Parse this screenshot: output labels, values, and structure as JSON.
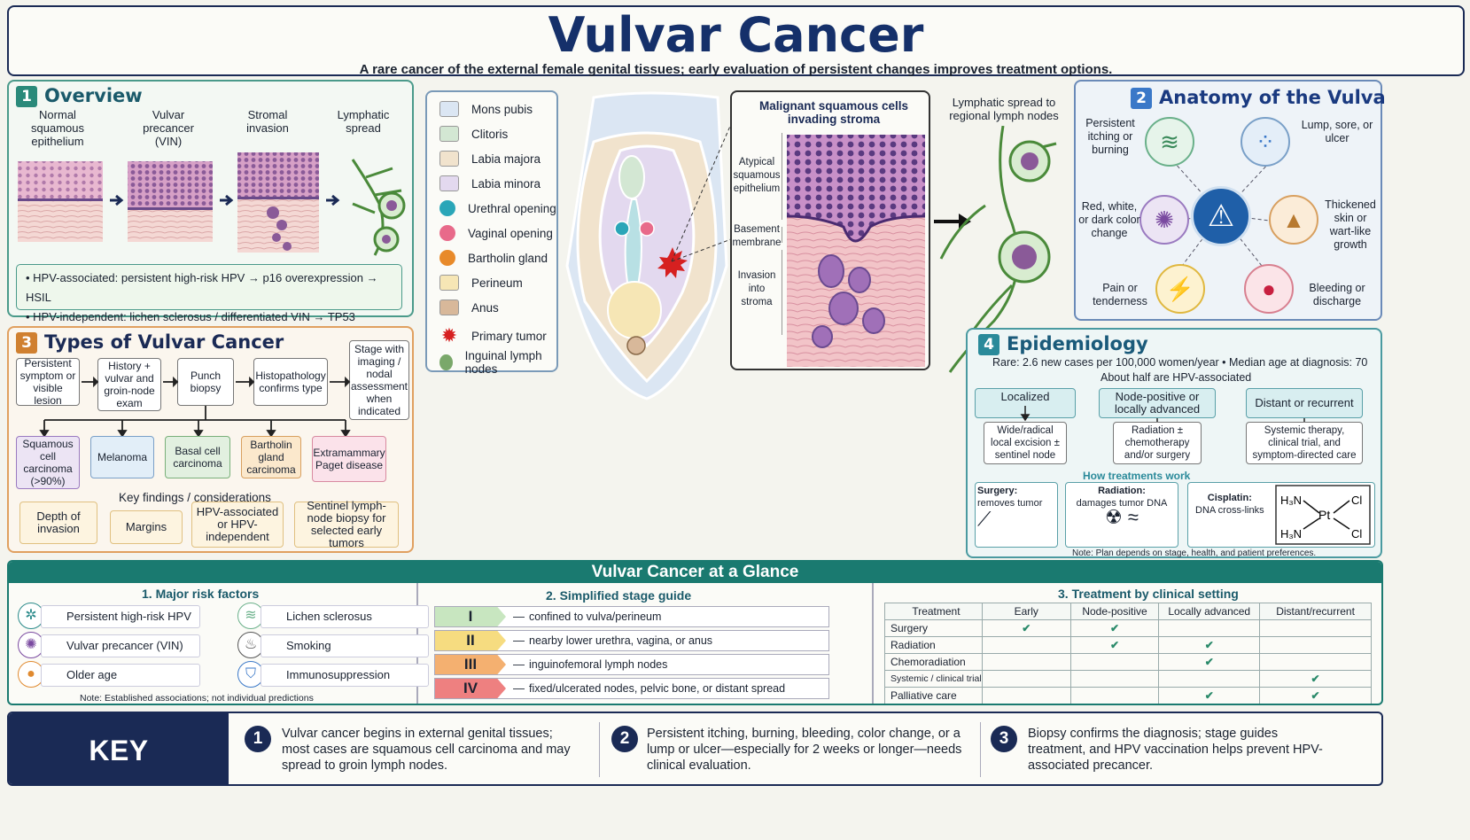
{
  "header": {
    "title": "Vulvar Cancer",
    "subtitle": "A rare cancer of the external female genital tissues; early evaluation of persistent changes improves treatment options."
  },
  "overview": {
    "num": "1",
    "title": "Overview",
    "stages": [
      "Normal squamous epithelium",
      "Vulvar precancer (VIN)",
      "Stromal invasion",
      "Lymphatic spread"
    ],
    "bullets": [
      "HPV-associated: persistent high-risk HPV → p16 overexpression → HSIL",
      "HPV-independent: lichen sclerosus / differentiated VIN → TP53 alteration"
    ]
  },
  "types": {
    "num": "3",
    "title": "Types of Vulvar Cancer",
    "flow": [
      "Persistent symptom or visible lesion",
      "History + vulvar and groin-node exam",
      "Punch biopsy",
      "Histopathology confirms type",
      "Stage with imaging / nodal assessment when indicated"
    ],
    "kinds": [
      "Squamous cell carcinoma (>90%)",
      "Melanoma",
      "Basal cell carcinoma",
      "Bartholin gland carcinoma",
      "Extramammary Paget disease"
    ],
    "findings_title": "Key findings / considerations",
    "findings": [
      "Depth of invasion",
      "Margins",
      "HPV-associated or HPV-independent",
      "Sentinel lymph-node biopsy for selected early tumors"
    ]
  },
  "anatomy_legend": [
    {
      "label": "Mons pubis",
      "color": "#dbe6f3",
      "shape": "sq"
    },
    {
      "label": "Clitoris",
      "color": "#d3e7d3",
      "shape": "sq"
    },
    {
      "label": "Labia majora",
      "color": "#f1e3cd",
      "shape": "sq"
    },
    {
      "label": "Labia minora",
      "color": "#e3d9ef",
      "shape": "sq"
    },
    {
      "label": "Urethral opening",
      "color": "#2aa6b8",
      "shape": "dot"
    },
    {
      "label": "Vaginal opening",
      "color": "#e86a8a",
      "shape": "dot"
    },
    {
      "label": "Bartholin gland",
      "color": "#e88a2a",
      "shape": "dot"
    },
    {
      "label": "Perineum",
      "color": "#f6e6b5",
      "shape": "sq"
    },
    {
      "label": "Anus",
      "color": "#d8b89a",
      "shape": "sq"
    },
    {
      "label": "Primary tumor",
      "color": "#d62020",
      "shape": "star"
    },
    {
      "label": "Inguinal lymph nodes",
      "color": "#7aa86a",
      "shape": "dot"
    }
  ],
  "histology": {
    "title": "Malignant squamous cells invading stroma",
    "labels": [
      "Atypical squamous epithelium",
      "Basement membrane",
      "Invasion into stroma"
    ],
    "spread": "Lymphatic spread to regional lymph nodes"
  },
  "symptoms": {
    "num": "2",
    "title": "Anatomy of the Vulva",
    "items": [
      "Persistent itching or burning",
      "Lump, sore, or ulcer",
      "Red, white, or dark color change",
      "Thickened skin or wart-like growth",
      "Pain or tenderness",
      "Bleeding or discharge"
    ]
  },
  "epi": {
    "num": "4",
    "title": "Epidemiology",
    "line1": "Rare: 2.6 new cases per 100,000 women/year  •  Median age at diagnosis: 70",
    "line2": "About half are HPV-associated",
    "settings": [
      "Localized",
      "Node-positive or locally advanced",
      "Distant or recurrent"
    ],
    "treat": [
      "Wide/radical local excision ± sentinel node",
      "Radiation ± chemotherapy and/or surgery",
      "Systemic therapy, clinical trial, and symptom-directed care"
    ],
    "how": "How treatments work",
    "mech": [
      {
        "name": "Surgery:",
        "desc": "removes tumor"
      },
      {
        "name": "Radiation:",
        "desc": "damages tumor DNA"
      },
      {
        "name": "Cisplatin:",
        "desc": "DNA cross-links"
      }
    ],
    "note": "Note: Plan depends on stage, health, and patient preferences."
  },
  "glance": {
    "title": "Vulvar Cancer at a Glance",
    "risk_title": "1. Major risk factors",
    "risks": [
      "Persistent high-risk HPV",
      "Lichen sclerosus",
      "Vulvar precancer (VIN)",
      "Smoking",
      "Older age",
      "Immunosuppression"
    ],
    "risk_note": "Note: Established associations; not individual predictions",
    "stage_title": "2. Simplified stage guide",
    "stages": [
      {
        "n": "I",
        "t": "confined to vulva/perineum",
        "c": "#c8e6c0"
      },
      {
        "n": "II",
        "t": "nearby lower urethra, vagina, or anus",
        "c": "#f6dc80"
      },
      {
        "n": "III",
        "t": "inguinofemoral lymph nodes",
        "c": "#f4b070"
      },
      {
        "n": "IV",
        "t": "fixed/ulcerated nodes, pelvic bone, or distant spread",
        "c": "#ee8080"
      }
    ],
    "treat_title": "3. Treatment by clinical setting",
    "table": [
      [
        "Treatment",
        "Early",
        "Node-positive",
        "Locally advanced",
        "Distant/recurrent"
      ],
      [
        "Surgery",
        "✔",
        "✔",
        "",
        ""
      ],
      [
        "Radiation",
        "",
        "✔",
        "✔",
        ""
      ],
      [
        "Chemoradiation",
        "",
        "",
        "✔",
        ""
      ],
      [
        "Systemic / clinical trial",
        "",
        "",
        "",
        "✔"
      ],
      [
        "Palliative care",
        "",
        "",
        "✔",
        "✔"
      ]
    ]
  },
  "takeaways": {
    "title": "KEY TAKEAWAYS",
    "items": [
      {
        "n": "1",
        "t": "Vulvar cancer begins in external genital tissues; most cases are squamous cell carcinoma and may spread to groin lymph nodes."
      },
      {
        "n": "2",
        "t": "Persistent itching, burning, bleeding, color change, or a lump or ulcer—especially for 2 weeks or longer—needs clinical evaluation."
      },
      {
        "n": "3",
        "t": "Biopsy confirms the diagnosis; stage guides treatment, and HPV vaccination helps prevent HPV-associated precancer."
      }
    ]
  }
}
